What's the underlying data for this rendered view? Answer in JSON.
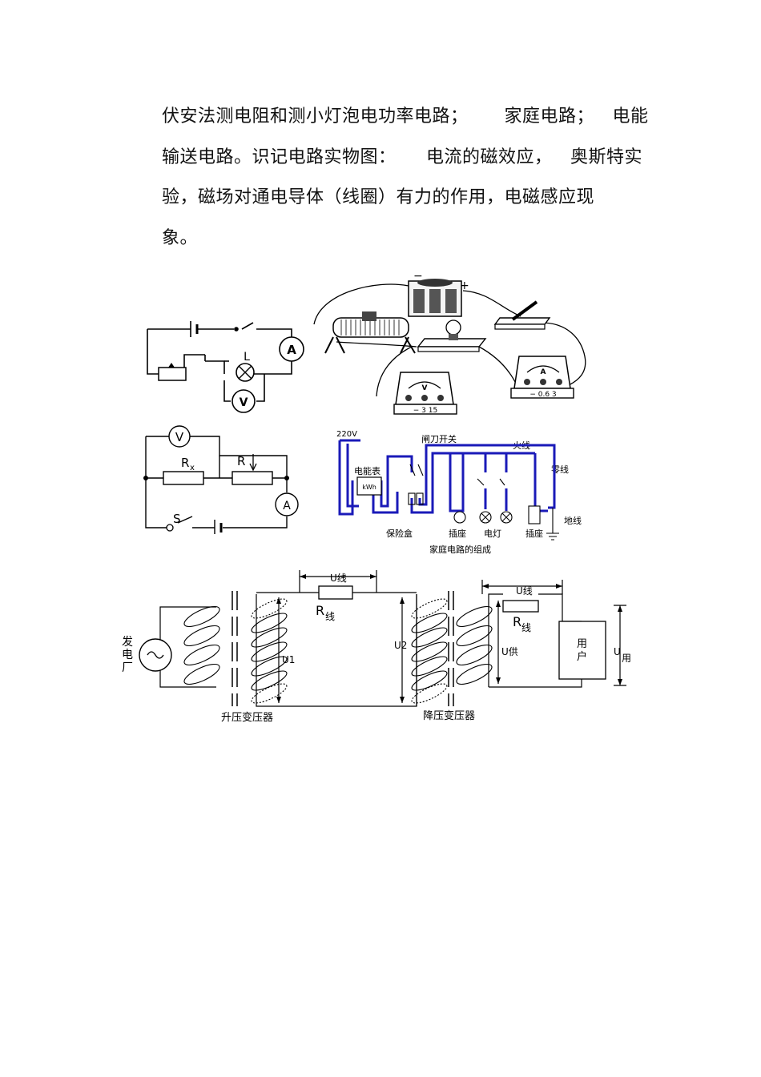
{
  "paragraph": {
    "line1": "伏安法测电阻和测小灯泡电功率电路；      家庭电路；   电能",
    "line2": "输送电路。识记电路实物图：     电流的磁效应，   奥斯特实",
    "line3": "验，磁场对通电导体（线圈）有力的作用，电磁感应现",
    "line4": "象。"
  },
  "figure1": {
    "lamp_label": "L",
    "ammeter": "A",
    "voltmeter": "V",
    "battery_minus": "−",
    "battery_plus": "+",
    "volt_terminals": "−  3  15",
    "amp_terminals": "−  0.6  3"
  },
  "figure2": {
    "voltmeter": "V",
    "ammeter": "A",
    "rx_label": "R",
    "rx_sub": "x",
    "r_label": "R",
    "switch_label": "S"
  },
  "figure3": {
    "supply": "220V",
    "meter_label": "电能表",
    "meter_unit": "kWh",
    "knife_switch": "闸刀开关",
    "live_wire": "火线",
    "neutral_wire": "零线",
    "fuse_box": "保险盒",
    "socket1": "插座",
    "lamp": "电灯",
    "socket2": "插座",
    "ground_wire": "地线",
    "caption": "家庭电路的组成"
  },
  "figure4": {
    "generator": [
      "发",
      "电",
      "厂"
    ],
    "u_line_left": "U线",
    "r_line_left_main": "R",
    "r_line_left_sub": "线",
    "u1": "U1",
    "u2": "U2",
    "u_line_right": "U线",
    "r_line_right_main": "R",
    "r_line_right_sub": "线",
    "u_supply": "U供",
    "user": [
      "用",
      "户"
    ],
    "u_use_main": "U",
    "u_use_sub": "用",
    "step_up": "升压变压器",
    "step_down": "降压变压器"
  }
}
